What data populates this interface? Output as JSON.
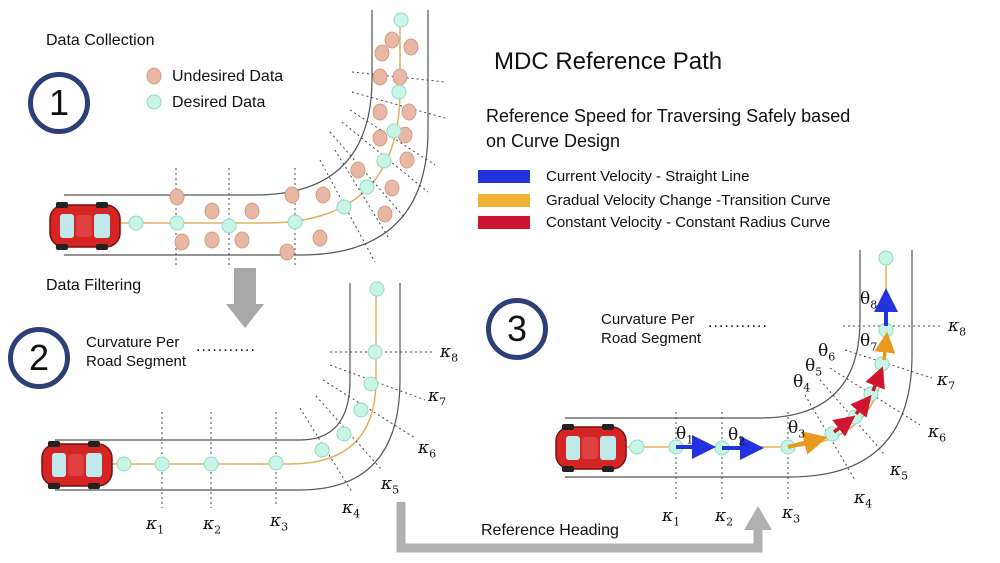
{
  "title": "MDC Reference Path",
  "subtitle_line1": "Reference Speed for Traversing Safely based",
  "subtitle_line2": "on Curve Design",
  "legend": [
    {
      "label": "Current Velocity - Straight Line",
      "color": "#2233dd"
    },
    {
      "label": "Gradual Velocity Change -Transition Curve",
      "color": "#f0b232"
    },
    {
      "label": "Constant Velocity - Constant Radius Curve",
      "color": "#d01530"
    }
  ],
  "panel1": {
    "badge": "1",
    "label": "Data Collection",
    "undesired_label": "Undesired Data",
    "desired_label": "Desired Data"
  },
  "panel2": {
    "badge": "2",
    "label": "Data Filtering",
    "curv_line1": "Curvature Per",
    "curv_line2": "Road Segment",
    "dots": "...........",
    "kappas": [
      {
        "sym": "κ",
        "sub": "1"
      },
      {
        "sym": "κ",
        "sub": "2"
      },
      {
        "sym": "κ",
        "sub": "3"
      },
      {
        "sym": "κ",
        "sub": "4"
      },
      {
        "sym": "κ",
        "sub": "5"
      },
      {
        "sym": "κ",
        "sub": "6"
      },
      {
        "sym": "κ",
        "sub": "7"
      },
      {
        "sym": "κ",
        "sub": "8"
      }
    ]
  },
  "panel3": {
    "badge": "3",
    "curv_line1": "Curvature Per",
    "curv_line2": "Road Segment",
    "dots": "...........",
    "kappas": [
      {
        "sym": "κ",
        "sub": "1"
      },
      {
        "sym": "κ",
        "sub": "2"
      },
      {
        "sym": "κ",
        "sub": "3"
      },
      {
        "sym": "κ",
        "sub": "4"
      },
      {
        "sym": "κ",
        "sub": "5"
      },
      {
        "sym": "κ",
        "sub": "6"
      },
      {
        "sym": "κ",
        "sub": "7"
      },
      {
        "sym": "κ",
        "sub": "8"
      }
    ],
    "thetas": [
      {
        "sym": "θ",
        "sub": "1"
      },
      {
        "sym": "θ",
        "sub": "2"
      },
      {
        "sym": "θ",
        "sub": "3"
      },
      {
        "sym": "θ",
        "sub": "4"
      },
      {
        "sym": "θ",
        "sub": "5"
      },
      {
        "sym": "θ",
        "sub": "6"
      },
      {
        "sym": "θ",
        "sub": "7"
      },
      {
        "sym": "θ",
        "sub": "8"
      }
    ]
  },
  "flow_label": "Reference Heading",
  "colors": {
    "desired": "#c9f5e6",
    "desired_stroke": "#8fdcc4",
    "undesired": "#e8b8a4",
    "path": "#e0b060",
    "badge_ring": "#2e3f78",
    "car": "#d42424",
    "flow_arrow": "#b0b0b0"
  }
}
